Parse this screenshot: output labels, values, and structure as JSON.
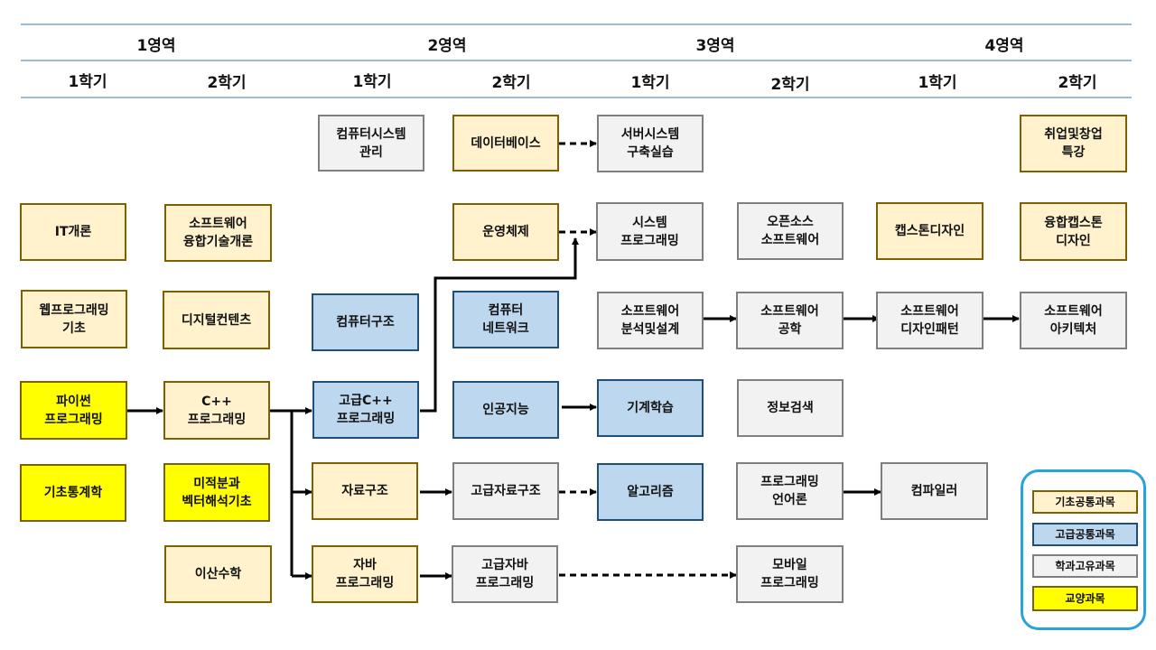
{
  "header": {
    "areas": [
      "1영역",
      "2영역",
      "3영역",
      "4영역"
    ],
    "semesters": [
      "1학기",
      "2학기",
      "1학기",
      "2학기",
      "1학기",
      "2학기",
      "1학기",
      "2학기"
    ]
  },
  "courses": {
    "it_intro": "IT개론",
    "web_prog_basic": "웹프로그래밍\n기초",
    "python_prog": "파이썬\n프로그래밍",
    "basic_stats": "기초통계학",
    "sw_convergence_intro": "소프트웨어\n융합기술개론",
    "digital_contents": "디지털컨텐츠",
    "cpp_prog": "C++\n프로그래밍",
    "calculus_vector": "미적분과\n벡터해석기초",
    "discrete_math": "이산수학",
    "computer_system_mgmt": "컴퓨터시스템\n관리",
    "computer_architecture": "컴퓨터구조",
    "advanced_cpp": "고급C++\n프로그래밍",
    "data_structure": "자료구조",
    "java_prog": "자바\n프로그래밍",
    "database": "데이터베이스",
    "operating_system": "운영체제",
    "computer_network": "컴퓨터\n네트워크",
    "artificial_intelligence": "인공지능",
    "advanced_data_structure": "고급자료구조",
    "advanced_java": "고급자바\n프로그래밍",
    "server_system_practice": "서버시스템\n구축실습",
    "system_programming": "시스템\n프로그래밍",
    "sw_analysis_design": "소프트웨어\n분석및설계",
    "machine_learning": "기계학습",
    "algorithms": "알고리즘",
    "open_source_sw": "오픈소스\n소프트웨어",
    "sw_engineering": "소프트웨어\n공학",
    "info_retrieval": "정보검색",
    "programming_languages": "프로그래밍\n언어론",
    "mobile_programming": "모바일\n프로그래밍",
    "capstone_design": "캡스톤디자인",
    "sw_design_patterns": "소프트웨어\n디자인패턴",
    "compiler": "컴파일러",
    "employment_startup": "취업및창업\n특강",
    "convergence_capstone": "융합캡스톤\n디자인",
    "sw_architecture": "소프트웨어\n아키텍처"
  },
  "legend": {
    "basic_common": "기초공통과목",
    "advanced_common": "고급공통과목",
    "department": "학과고유과목",
    "liberal_arts": "교양과목"
  },
  "colors": {
    "basic_common_fill": "#fff2cc",
    "advanced_common_fill": "#bdd7ee",
    "department_fill": "#f2f2f2",
    "liberal_arts_fill": "#ffff00",
    "legend_border": "#29a3dc"
  }
}
